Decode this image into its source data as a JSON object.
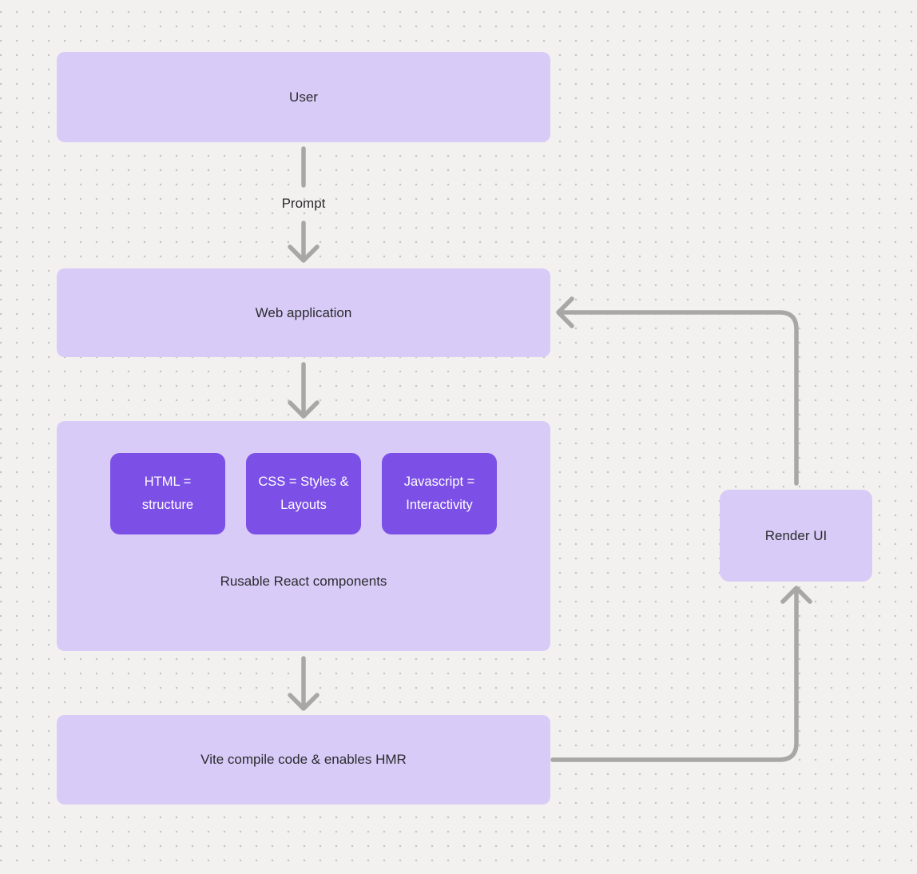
{
  "colors": {
    "canvas_bg": "#f2f1ef",
    "dot": "#c6c4c1",
    "box_light": "#d8cbf7",
    "box_dark": "#7c4fe6",
    "arrow": "#a9a7a4",
    "text_dark": "#2b2b2f",
    "text_light": "#ffffff"
  },
  "nodes": {
    "user": {
      "label": "User"
    },
    "web_application": {
      "label": "Web application"
    },
    "components": {
      "caption": "Rusable React components",
      "items": [
        {
          "label": "HTML = structure"
        },
        {
          "label": "CSS = Styles & Layouts"
        },
        {
          "label": "Javascript = Interactivity"
        }
      ]
    },
    "vite": {
      "label": "Vite compile code & enables HMR"
    },
    "render_ui": {
      "label": "Render UI"
    }
  },
  "edges": {
    "prompt": {
      "label": "Prompt"
    }
  }
}
